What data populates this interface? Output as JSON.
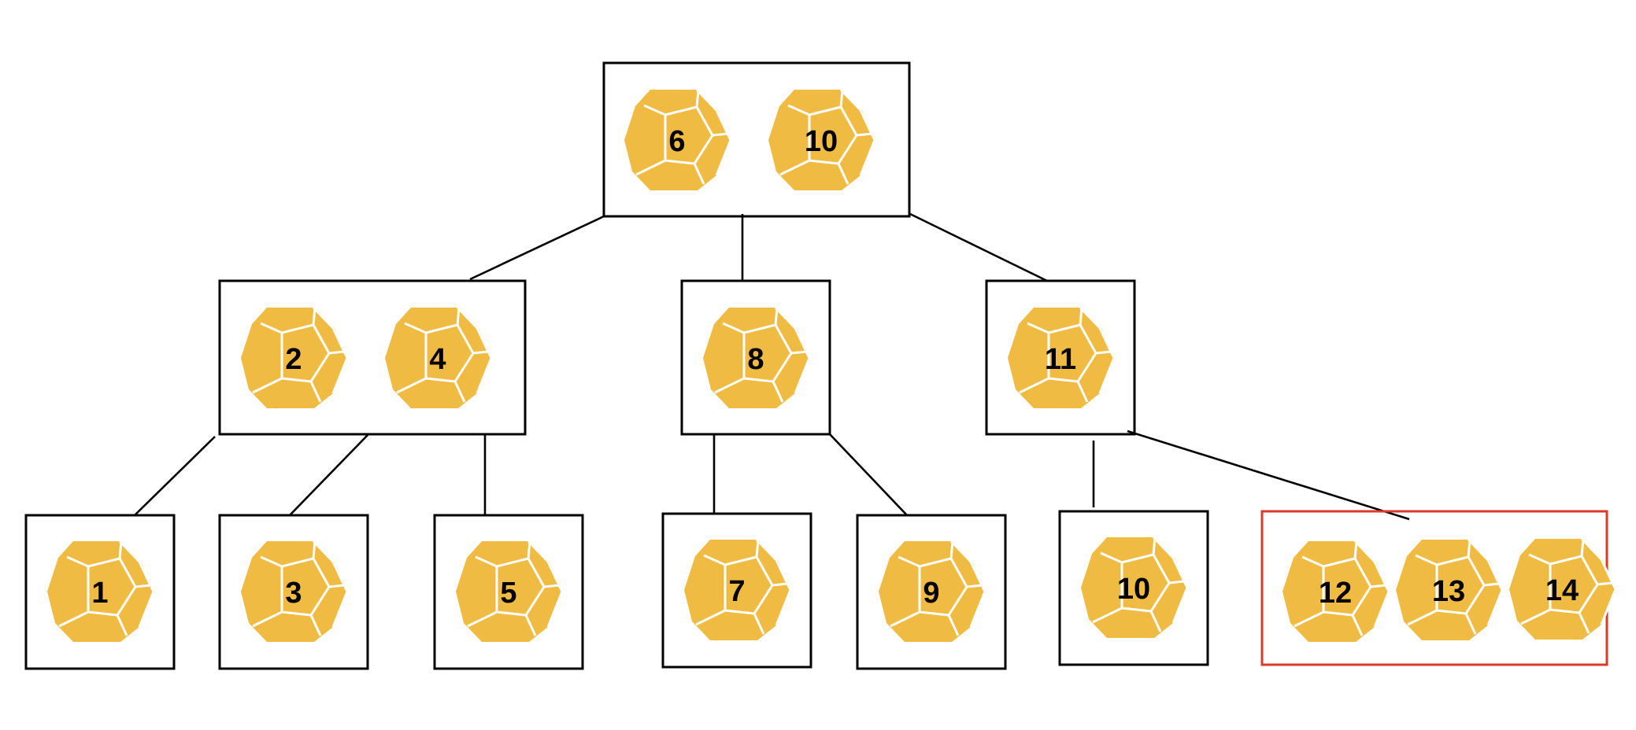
{
  "colors": {
    "dodecahedron": "#F0BB42",
    "box_stroke": "#000000",
    "highlight_stroke": "#D93A2B",
    "edge": "#000000"
  },
  "icon": "dodecahedron-icon",
  "tree": {
    "root": {
      "keys": [
        "6",
        "10"
      ]
    },
    "level1": [
      {
        "keys": [
          "2",
          "4"
        ]
      },
      {
        "keys": [
          "8"
        ]
      },
      {
        "keys": [
          "11"
        ]
      }
    ],
    "level2": [
      {
        "keys": [
          "1"
        ]
      },
      {
        "keys": [
          "3"
        ]
      },
      {
        "keys": [
          "5"
        ]
      },
      {
        "keys": [
          "7"
        ]
      },
      {
        "keys": [
          "9"
        ]
      },
      {
        "keys": [
          "10"
        ]
      },
      {
        "keys": [
          "12",
          "13",
          "14"
        ],
        "highlighted": true
      }
    ]
  }
}
